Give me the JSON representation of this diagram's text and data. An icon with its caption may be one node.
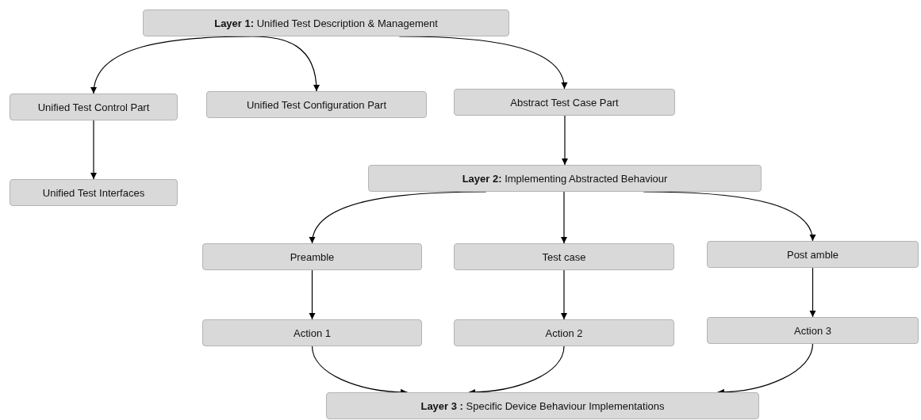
{
  "diagram": {
    "nodes": [
      {
        "text": [
          "**Layer 1:** Unified Test Description & Management"
        ]
      },
      {
        "text": [
          "Unified Test Control Part"
        ]
      },
      {
        "text": [
          "Unified Test Configuration Part"
        ]
      },
      {
        "text": [
          "Abstract Test Case Part"
        ]
      },
      {
        "text": [
          "Unified Test Interfaces"
        ]
      },
      {
        "text": [
          "**Layer 2:** Implementing Abstracted Behaviour"
        ]
      },
      {
        "text": [
          "Preamble"
        ]
      },
      {
        "text": [
          "Test case"
        ]
      },
      {
        "text": [
          "Post amble"
        ]
      },
      {
        "text": [
          "Action 1"
        ]
      },
      {
        "text": [
          "Action 2"
        ]
      },
      {
        "text": [
          "Action 3"
        ]
      },
      {
        "text": [
          "**Layer 3 :** Specific Device Behaviour Implementations"
        ]
      }
    ],
    "edges": [
      {
        "from": 0,
        "to": 1,
        "arrow": "to"
      },
      {
        "from": 0,
        "to": 2,
        "arrow": "to"
      },
      {
        "from": 0,
        "to": 3,
        "arrow": "to"
      },
      {
        "from": 1,
        "to": 4,
        "arrow": "to"
      },
      {
        "from": 3,
        "to": 5,
        "arrow": "to"
      },
      {
        "from": 5,
        "to": 6,
        "arrow": "to"
      },
      {
        "from": 5,
        "to": 7,
        "arrow": "to"
      },
      {
        "from": 5,
        "to": 8,
        "arrow": "to"
      },
      {
        "from": 6,
        "to": 9,
        "arrow": "to"
      },
      {
        "from": 7,
        "to": 10,
        "arrow": "to"
      },
      {
        "from": 8,
        "to": 11,
        "arrow": "to"
      },
      {
        "from": 9,
        "to": 12,
        "arrow": "to"
      },
      {
        "from": 10,
        "to": 12,
        "arrow": "to"
      },
      {
        "from": 11,
        "to": 12,
        "arrow": "to"
      }
    ]
  }
}
